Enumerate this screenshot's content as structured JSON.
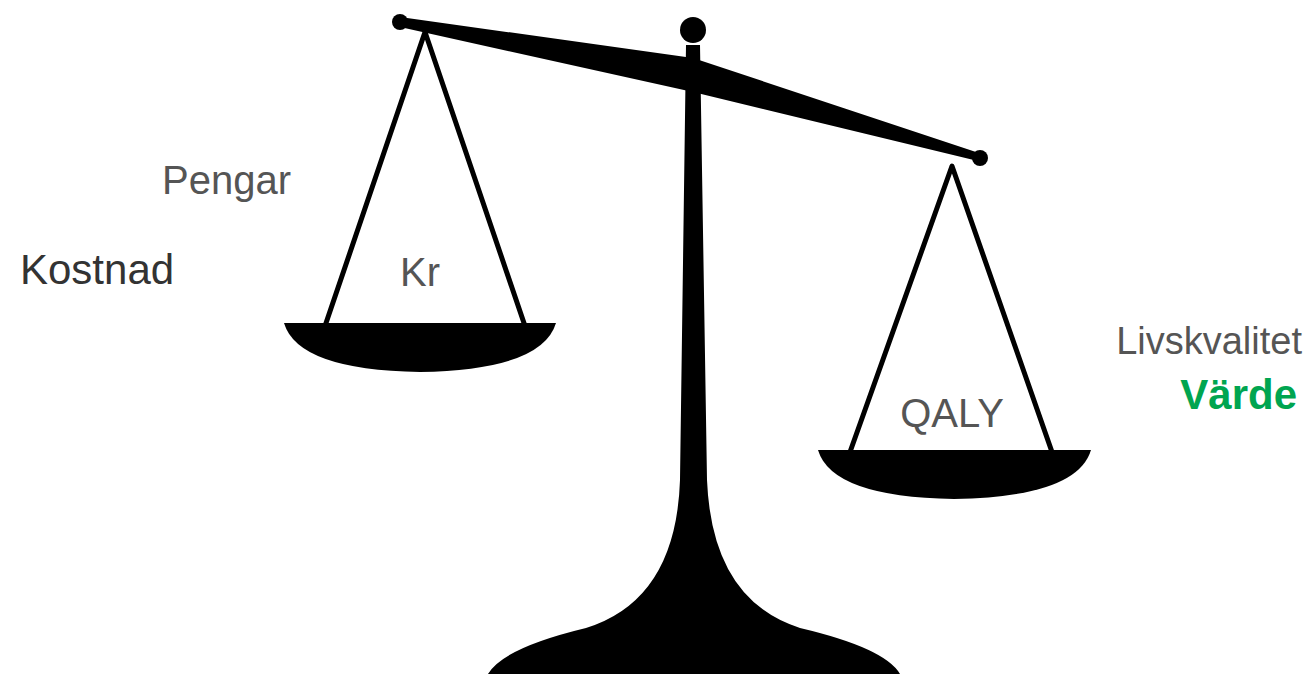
{
  "diagram": {
    "labels": [
      "Pengar",
      "Kostnad",
      "Kr",
      "Livskvalitet",
      "QALY",
      "Värde"
    ]
  }
}
